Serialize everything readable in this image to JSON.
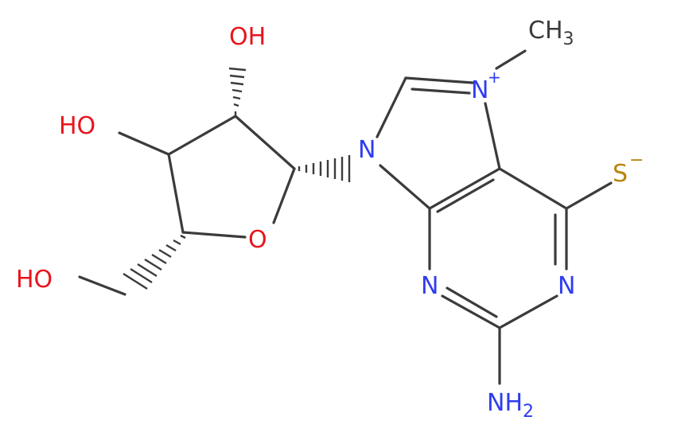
{
  "molecule": {
    "colors": {
      "bond": "#3b3b3b",
      "oxygen": "#e8141c",
      "nitrogen": "#2e3cf0",
      "sulfur": "#b8860b"
    },
    "atoms": {
      "oh_top": "OH",
      "ho_left": "HO",
      "ho_bottom": "HO",
      "ring_o": "O",
      "n9": "N",
      "n7": "N",
      "n7_charge": "+",
      "n1": "N",
      "n3": "N",
      "ch3_main": "CH",
      "ch3_sub": "3",
      "nh2_main": "NH",
      "nh2_sub": "2",
      "s": "S",
      "s_charge": "−"
    }
  }
}
